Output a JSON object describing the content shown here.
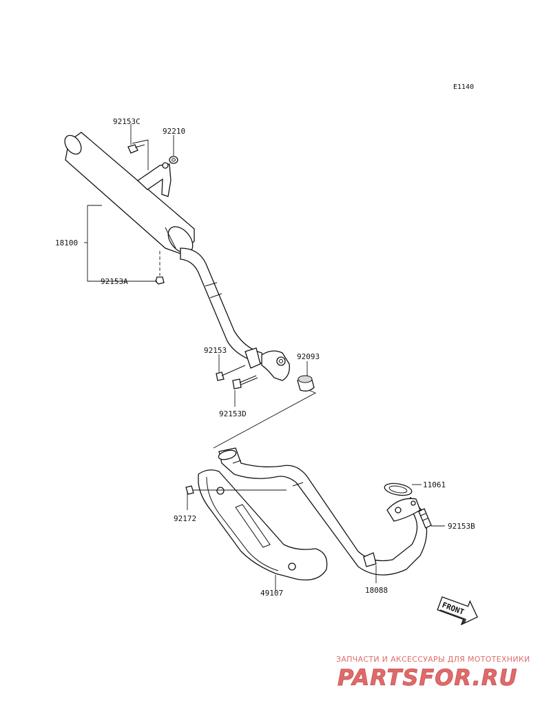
{
  "diagram": {
    "code": "E1140",
    "front_label": "FRONT",
    "parts": [
      {
        "id": "p-92153c",
        "number": "92153C"
      },
      {
        "id": "p-92210",
        "number": "92210"
      },
      {
        "id": "p-18100",
        "number": "18100"
      },
      {
        "id": "p-92153a",
        "number": "92153A"
      },
      {
        "id": "p-92153",
        "number": "92153"
      },
      {
        "id": "p-92093",
        "number": "92093"
      },
      {
        "id": "p-92153d",
        "number": "92153D"
      },
      {
        "id": "p-11061",
        "number": "11061"
      },
      {
        "id": "p-92153b",
        "number": "92153B"
      },
      {
        "id": "p-92172",
        "number": "92172"
      },
      {
        "id": "p-49107",
        "number": "49107"
      },
      {
        "id": "p-18088",
        "number": "18088"
      }
    ]
  },
  "watermark": {
    "tagline": "ЗАПЧАСТИ И АКСЕССУАРЫ ДЛЯ МОТОТЕХНИКИ",
    "logo": "PARTSFOR.RU",
    "color": "#e06a6a"
  }
}
